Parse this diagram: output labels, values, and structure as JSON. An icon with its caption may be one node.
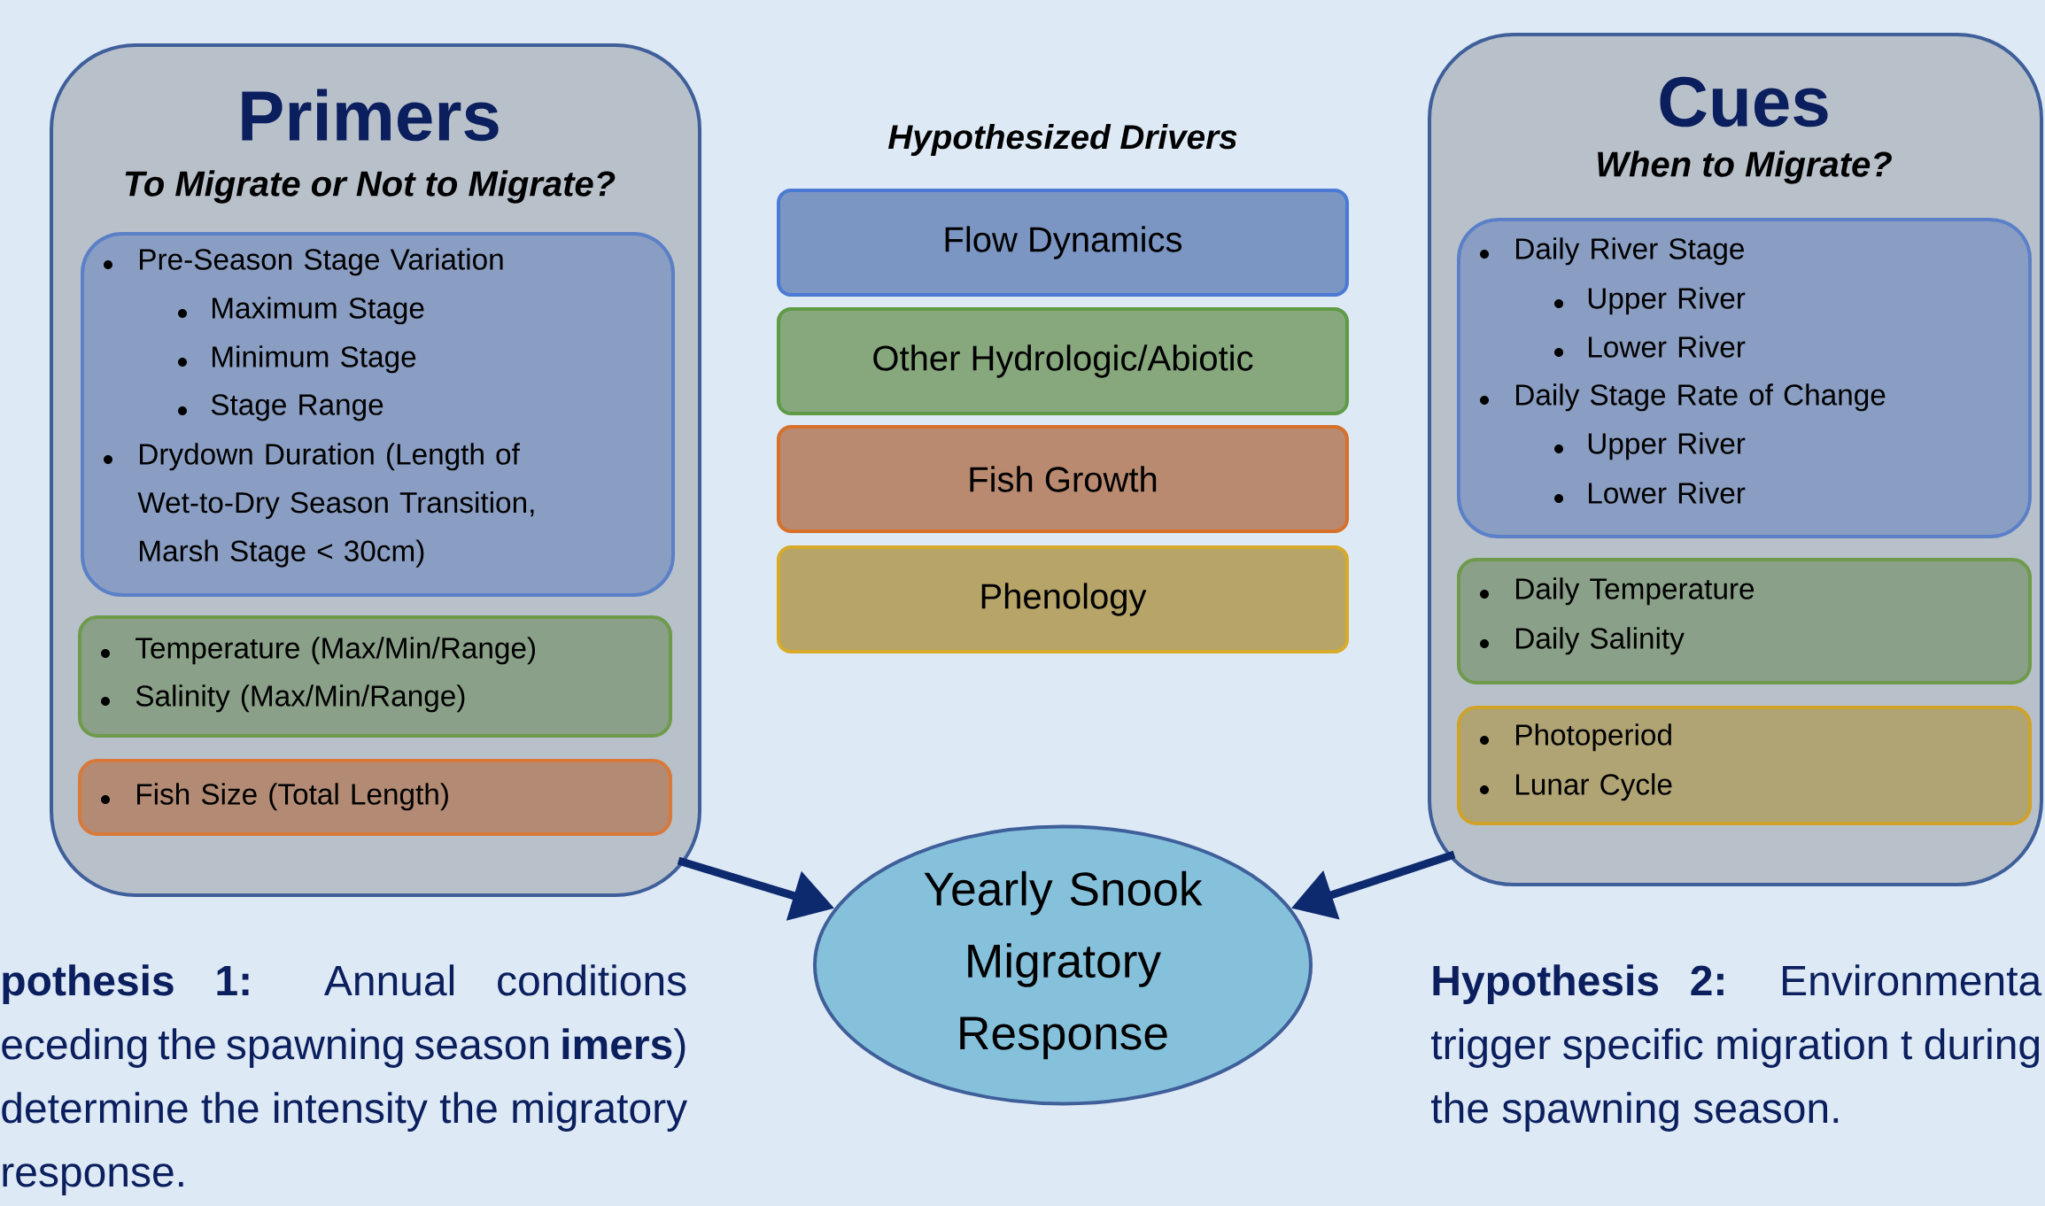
{
  "diagram": {
    "nodes": [
      {
        "text": [
          "Primers",
          "To Migrate or Not to Migrate?"
        ]
      },
      {
        "text": [
          "Pre-Season Stage Variation",
          "Maximum Stage",
          "Minimum Stage",
          "Stage Range",
          "Drydown Duration (Length of Wet-to-Dry Season Transition, Marsh Stage < 30cm)"
        ],
        "in": 0
      },
      {
        "text": [
          "Temperature (Max/Min/Range)",
          "Salinity (Max/Min/Range)"
        ],
        "in": 0
      },
      {
        "text": [
          "Fish Size (Total Length)"
        ],
        "in": 0
      },
      {
        "text": [
          "Flow Dynamics"
        ]
      },
      {
        "text": [
          "Other Hydrologic/Abiotic"
        ]
      },
      {
        "text": [
          "Fish Growth"
        ]
      },
      {
        "text": [
          "Phenology"
        ]
      },
      {
        "text": [
          "Cues",
          "When to Migrate?"
        ]
      },
      {
        "text": [
          "Daily River Stage",
          "Upper River",
          "Lower River",
          "Daily Stage Rate of Change",
          "Upper River",
          "Lower River"
        ],
        "in": 8
      },
      {
        "text": [
          "Daily Temperature",
          "Daily Salinity"
        ],
        "in": 8
      },
      {
        "text": [
          "Photoperiod",
          "Lunar Cycle"
        ],
        "in": 8
      },
      {
        "text": [
          "Yearly Snook Migratory Response"
        ]
      }
    ],
    "edges": [
      {
        "from": 0,
        "to": 12,
        "arrow": "to"
      },
      {
        "from": 8,
        "to": 12,
        "arrow": "to"
      }
    ],
    "labels": [
      "Hypothesized Drivers",
      "**pothesis 1:** Annual conditions eceding the spawning season **imers**) determine the intensity the migratory response.",
      "**Hypothesis 2:** Environmenta trigger specific migration t during the spawning season."
    ]
  }
}
